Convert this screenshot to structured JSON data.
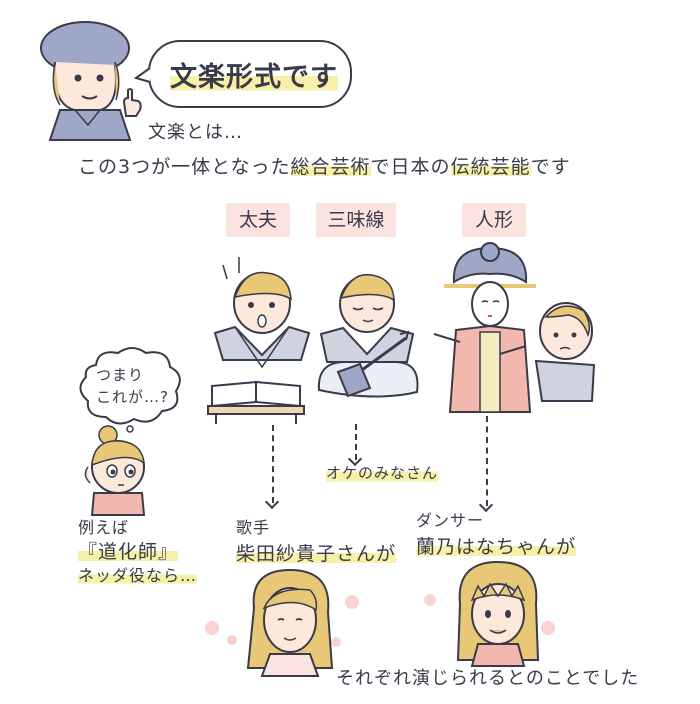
{
  "title_bubble": "文楽形式です",
  "intro_line1": "文楽とは…",
  "intro_line2_parts": {
    "a": "この3つが一体となった",
    "b": "総合芸術",
    "c": "で日本の",
    "d": "伝統芸能",
    "e": "です"
  },
  "labels": {
    "tayu": "太夫",
    "shamisen": "三味線",
    "ningyo": "人形"
  },
  "thought_bubble": {
    "line1": "つまり",
    "line2": "これが…?"
  },
  "example_text": {
    "line1": "例えば",
    "line2": "『道化師』",
    "line3": "ネッダ役なら…"
  },
  "singer": {
    "role": "歌手",
    "name": "柴田紗貴子さんが"
  },
  "orchestra": "オケのみなさん",
  "dancer": {
    "role": "ダンサー",
    "name": "蘭乃はなちゃんが"
  },
  "conclusion": "それぞれ演じられるとのことでした",
  "colors": {
    "label_bg": "#fbe3df",
    "highlight": "#f6f0a8",
    "hair_blond": "#e8c777",
    "kimono_pink": "#f2b8ad",
    "hat_blue": "#9ea8c6",
    "bubble_dots": "#f8d4d0"
  },
  "icons": [
    "pointing-hand-icon",
    "thought-cloud-icon",
    "book-icon",
    "shamisen-icon",
    "puppet-icon"
  ]
}
